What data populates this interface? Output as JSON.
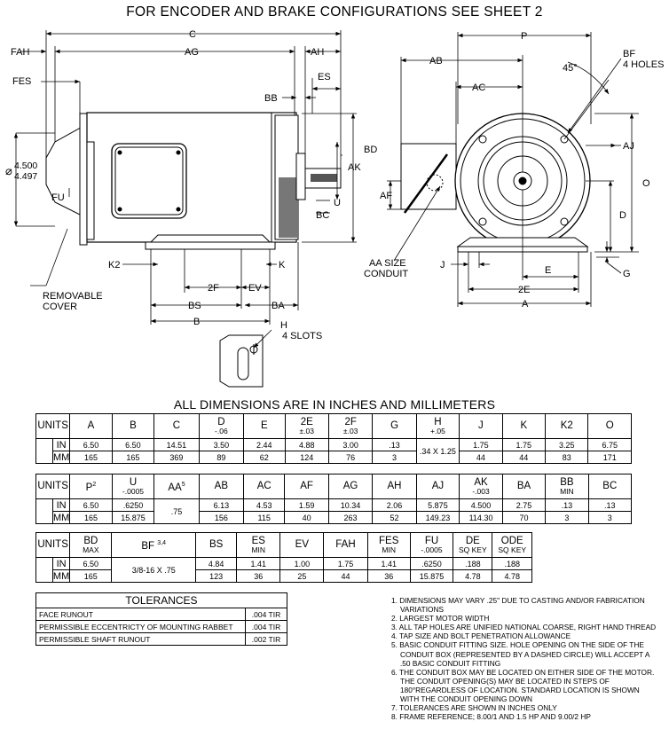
{
  "header": "FOR ENCODER AND BRAKE CONFIGURATIONS SEE SHEET 2",
  "side_labels": {
    "C": "C",
    "FAH": "FAH",
    "AG": "AG",
    "AH": "AH",
    "FES": "FES",
    "ES": "ES",
    "BB": "BB",
    "shaft_diameter": "4.500",
    "shaft_diameter_minus": "4.497",
    "diameter_symbol": "⌀",
    "FU": "FU",
    "U": "U",
    "BC": "BC",
    "AK": "AK",
    "BD": "BD",
    "K2": "K2",
    "K": "K",
    "2F": "2F",
    "EV": "EV",
    "BS": "BS",
    "BA": "BA",
    "B": "B",
    "removable_cover_1": "REMOVABLE",
    "removable_cover_2": "COVER",
    "H": "H",
    "slots": "4 SLOTS"
  },
  "end_labels": {
    "P": "P",
    "AB": "AB",
    "BF": "BF",
    "bf_holes": "4 HOLES",
    "angle": "45°",
    "AC": "AC",
    "AJ": "AJ",
    "AF": "AF",
    "O": "O",
    "D": "D",
    "aa_size_1": "AA SIZE",
    "aa_size_2": "CONDUIT",
    "J": "J",
    "E": "E",
    "G": "G",
    "2E": "2E",
    "A": "A"
  },
  "dims_heading": "ALL DIMENSIONS ARE IN INCHES AND MILLIMETERS",
  "table1": {
    "units_label": "UNITS",
    "in": "IN",
    "mm": "MM",
    "headers": [
      "A",
      "B",
      "C",
      "D",
      "E",
      "2E",
      "2F",
      "G",
      "H",
      "J",
      "K",
      "K2",
      "O"
    ],
    "subs": [
      "",
      "",
      "",
      "-.06",
      "",
      "±.03",
      "±.03",
      "",
      "+.05",
      "",
      "",
      "",
      ""
    ],
    "in_values": [
      "6.50",
      "6.50",
      "14.51",
      "3.50",
      "2.44",
      "4.88",
      "3.00",
      ".13",
      ".34 X 1.25",
      "1.75",
      "1.75",
      "3.25",
      "6.75"
    ],
    "mm_values": [
      "165",
      "165",
      "369",
      "89",
      "62",
      "124",
      "76",
      "3",
      "",
      "44",
      "44",
      "83",
      "171"
    ]
  },
  "table2": {
    "units_label": "UNITS",
    "in": "IN",
    "mm": "MM",
    "headers": [
      "P",
      "U",
      "AA",
      "AB",
      "AC",
      "AF",
      "AG",
      "AH",
      "AJ",
      "AK",
      "BA",
      "BB",
      "BC"
    ],
    "sups": [
      "2",
      "",
      "5",
      "",
      "",
      "",
      "",
      "",
      "",
      "",
      "",
      "",
      ""
    ],
    "subs": [
      "",
      "-.0005",
      "",
      "",
      "",
      "",
      "",
      "",
      "",
      "-.003",
      "",
      "MIN",
      ""
    ],
    "in_values": [
      "6.50",
      ".6250",
      ".75",
      "6.13",
      "4.53",
      "1.59",
      "10.34",
      "2.06",
      "5.875",
      "4.500",
      "2.75",
      ".13",
      ".13"
    ],
    "mm_values": [
      "165",
      "15.875",
      "",
      "156",
      "115",
      "40",
      "263",
      "52",
      "149.23",
      "114.30",
      "70",
      "3",
      "3"
    ]
  },
  "table3": {
    "units_label": "UNITS",
    "in": "IN",
    "mm": "MM",
    "headers": [
      "BD",
      "BF",
      "BS",
      "ES",
      "EV",
      "FAH",
      "FES",
      "FU",
      "DE",
      "ODE"
    ],
    "sups": [
      "",
      "3,4",
      "",
      "",
      "",
      "",
      "",
      "",
      "",
      ""
    ],
    "subs": [
      "MAX",
      "",
      "",
      "MIN",
      "",
      "",
      "MIN",
      "-.0005",
      "SQ KEY",
      "SQ KEY"
    ],
    "in_values": [
      "6.50",
      "3/8-16 X .75",
      "4.84",
      "1.41",
      "1.00",
      "1.75",
      "1.41",
      ".6250",
      ".188",
      ".188"
    ],
    "mm_values": [
      "165",
      "",
      "123",
      "36",
      "25",
      "44",
      "36",
      "15.875",
      "4.78",
      "4.78"
    ]
  },
  "tolerances": {
    "title": "TOLERANCES",
    "rows": [
      {
        "label": "FACE RUNOUT",
        "value": ".004 TIR"
      },
      {
        "label": "PERMISSIBLE ECCENTRICTY OF MOUNTING RABBET",
        "value": ".004 TIR"
      },
      {
        "label": "PERMISSIBLE SHAFT RUNOUT",
        "value": ".002 TIR"
      }
    ]
  },
  "notes": [
    "1. DIMENSIONS MAY VARY .25\" DUE TO CASTING AND/OR FABRICATION VARIATIONS",
    "2. LARGEST MOTOR WIDTH",
    "3. ALL TAP HOLES ARE UNIFIED NATIONAL COARSE, RIGHT HAND THREAD",
    "4. TAP SIZE AND BOLT PENETRATION ALLOWANCE",
    "5. BASIC CONDUIT FITTING SIZE. HOLE OPENING ON THE SIDE OF THE CONDUIT BOX (REPRESENTED BY A DASHED CIRCLE) WILL ACCEPT A .50 BASIC CONDUIT FITTING",
    "6. THE CONDUIT BOX MAY BE LOCATED ON EITHER SIDE OF THE MOTOR. THE CONDUIT OPENING(S) MAY BE LOCATED IN STEPS OF 180°REGARDLESS OF LOCATION. STANDARD LOCATION IS SHOWN WITH THE CONDUIT OPENING DOWN",
    "7. TOLERANCES ARE SHOWN IN INCHES ONLY",
    "8. FRAME REFERENCE; 8.00/1 AND 1.5 HP AND 9.00/2 HP"
  ]
}
